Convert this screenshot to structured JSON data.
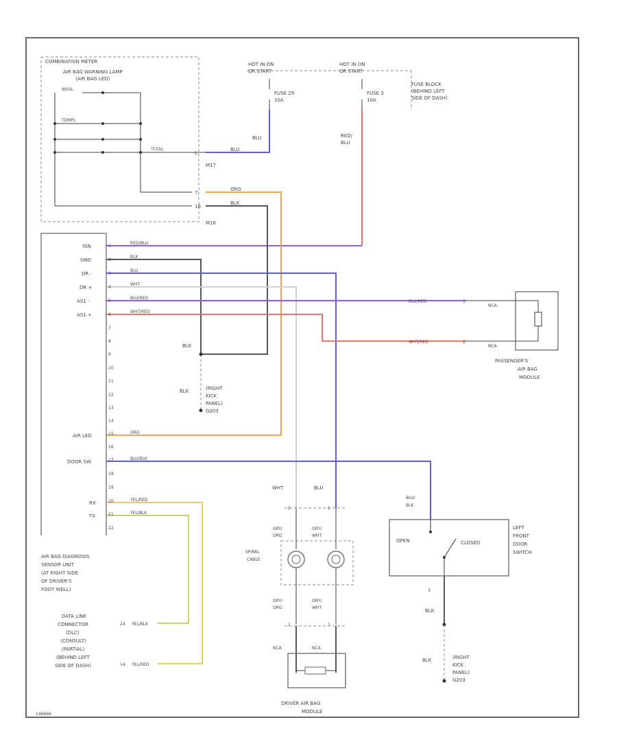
{
  "colors": {
    "blue": "#5b5bf0",
    "red": "#f07070",
    "orange": "#f2a24e",
    "purple": "#9a58e6",
    "dark": "#555555",
    "white_wire": "#cfcfcf",
    "yellow": "#f0cc60",
    "yellow_green": "#ccd070"
  },
  "combination_meter": {
    "title": "COMBINATION METER",
    "lamp": [
      "AIR BAG WARNING LAMP",
      "(AIR BAG LED)"
    ],
    "pin_labels": [
      "NISSL",
      "TDMPL",
      "TCSSL"
    ],
    "pin_top": "L",
    "pin_mid": "7",
    "pin_bot": "16",
    "conn_top": "M17",
    "conn_bot": "M16"
  },
  "power": {
    "hot1": [
      "HOT IN ON",
      "OR START"
    ],
    "hot2": [
      "HOT IN ON",
      "OR START"
    ],
    "fuse1": [
      "FUSE 29",
      "10A"
    ],
    "fuse2": [
      "FUSE 3",
      "10A"
    ],
    "fuse_block": [
      "FUSE BLOCK",
      "(BEHIND LEFT",
      "SIDE OF DASH)"
    ],
    "wire_blu": "BLU",
    "wire_red_blu": [
      "RED/",
      "BLU"
    ]
  },
  "sensor_unit": {
    "labels": [
      "IGN",
      "GND",
      "DR -",
      "DR +",
      "AS1 -",
      "AS1 +",
      "AIR LED",
      "DOOR SW",
      "RX",
      "TX"
    ],
    "pins": [
      "1",
      "2",
      "3",
      "4",
      "5",
      "6",
      "7",
      "8",
      "9",
      "10",
      "11",
      "12",
      "13",
      "14",
      "15",
      "16",
      "17",
      "18",
      "19",
      "20",
      "21",
      "22"
    ],
    "wires": [
      "RED/BLU",
      "BLK",
      "BLU",
      "WHT",
      "BLU/RED",
      "WHT/RED",
      "ORG",
      "BLU/BLK",
      "YEL/RED",
      "YEL/BLK"
    ],
    "desc": [
      "AIR BAG DIAGNOSIS",
      "SENSOR UNIT",
      "(AT RIGHT SIDE",
      "OF DRIVER'S",
      "FOOT WELL)"
    ]
  },
  "meter_wires": {
    "wire_blu": "BLU",
    "wire_org": "ORG",
    "wire_blk": "BLK"
  },
  "passenger": {
    "wire1": "BLU/RED",
    "wire2": "WHT/RED",
    "pin1": "1",
    "pin2": "2",
    "nca1": "NCA",
    "nca2": "NCA",
    "label": [
      "PASSENGER'S",
      "AIR BAG",
      "MODULE"
    ]
  },
  "ground": {
    "blk1": "BLK",
    "blk2": "BLK",
    "loc": [
      "(RIGHT",
      "KICK",
      "PANEL)",
      "G203"
    ]
  },
  "spiral": {
    "wht": "WHT",
    "blu": "BLU",
    "pin_left": "2",
    "pin_right": "1",
    "left_top": [
      "GRY/",
      "ORG"
    ],
    "right_top": [
      "GRY/",
      "WHT"
    ],
    "cable": [
      "SPIRAL",
      "CABLE"
    ],
    "left_bot": [
      "GRY/",
      "ORG"
    ],
    "right_bot": [
      "GRY/",
      "WHT"
    ],
    "pin_bl": "2",
    "pin_br": "1",
    "nca_left": "NCA",
    "nca_right": "NCA",
    "module": [
      "DRIVER AIR BAG",
      "MODULE"
    ]
  },
  "door_switch": {
    "wire": [
      "BLU/",
      "BLK"
    ],
    "open": "OPEN",
    "closed": "CLOSED",
    "label": [
      "LEFT",
      "FRONT",
      "DOOR",
      "SWITCH"
    ],
    "pin_bottom": "3",
    "blk1": "BLK",
    "blk2": "BLK",
    "loc": [
      "(RIGHT",
      "KICK",
      "PANEL)",
      "G203"
    ]
  },
  "data_link": {
    "label": [
      "DATA LINK",
      "CONNECTOR",
      "(DLC)",
      "(CONSULT)",
      "(PARTIAL)",
      "(BEHIND LEFT",
      "SIDE OF DASH)"
    ],
    "pin1": "24",
    "wire1": "YEL/BLK",
    "pin2": "14",
    "wire2": "YEL/RED"
  },
  "figure_id": "146666"
}
